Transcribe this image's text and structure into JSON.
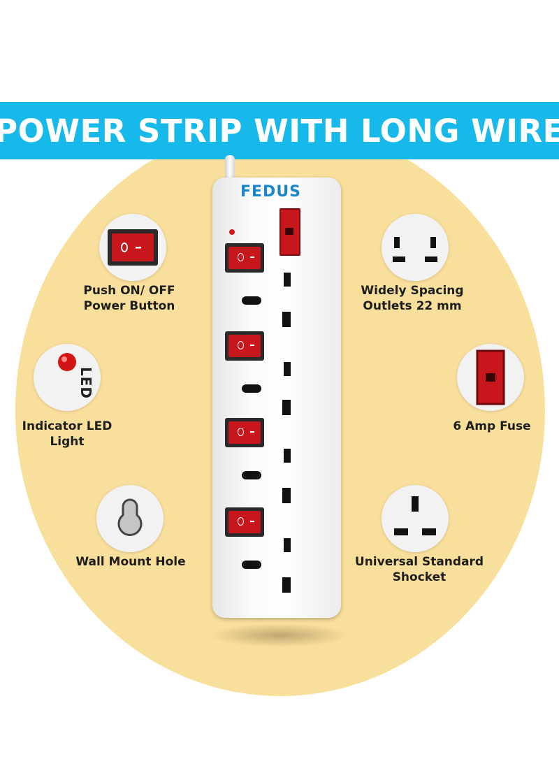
{
  "banner": {
    "title": "POWER STRIP WITH LONG WIRE"
  },
  "product": {
    "brand": "FEDUS",
    "outlet_count": 4,
    "switch_count": 4
  },
  "features": {
    "power_button": {
      "line1": "Push ON/ OFF",
      "line2": "Power Button"
    },
    "indicator_led": {
      "line1": "Indicator LED",
      "line2": "Light",
      "icon_text": "LED"
    },
    "wall_mount": {
      "line1": "Wall Mount Hole"
    },
    "outlet_spacing": {
      "line1": "Widely Spacing",
      "line2": "Outlets 22 mm"
    },
    "fuse": {
      "line1": "6 Amp Fuse"
    },
    "universal_socket": {
      "line1": "Universal Standard",
      "line2": "Shocket"
    }
  },
  "colors": {
    "banner": "#17b9ea",
    "background_circle": "#f9df9c",
    "switch_red": "#c7171d",
    "brand_blue": "#1b86c8"
  }
}
